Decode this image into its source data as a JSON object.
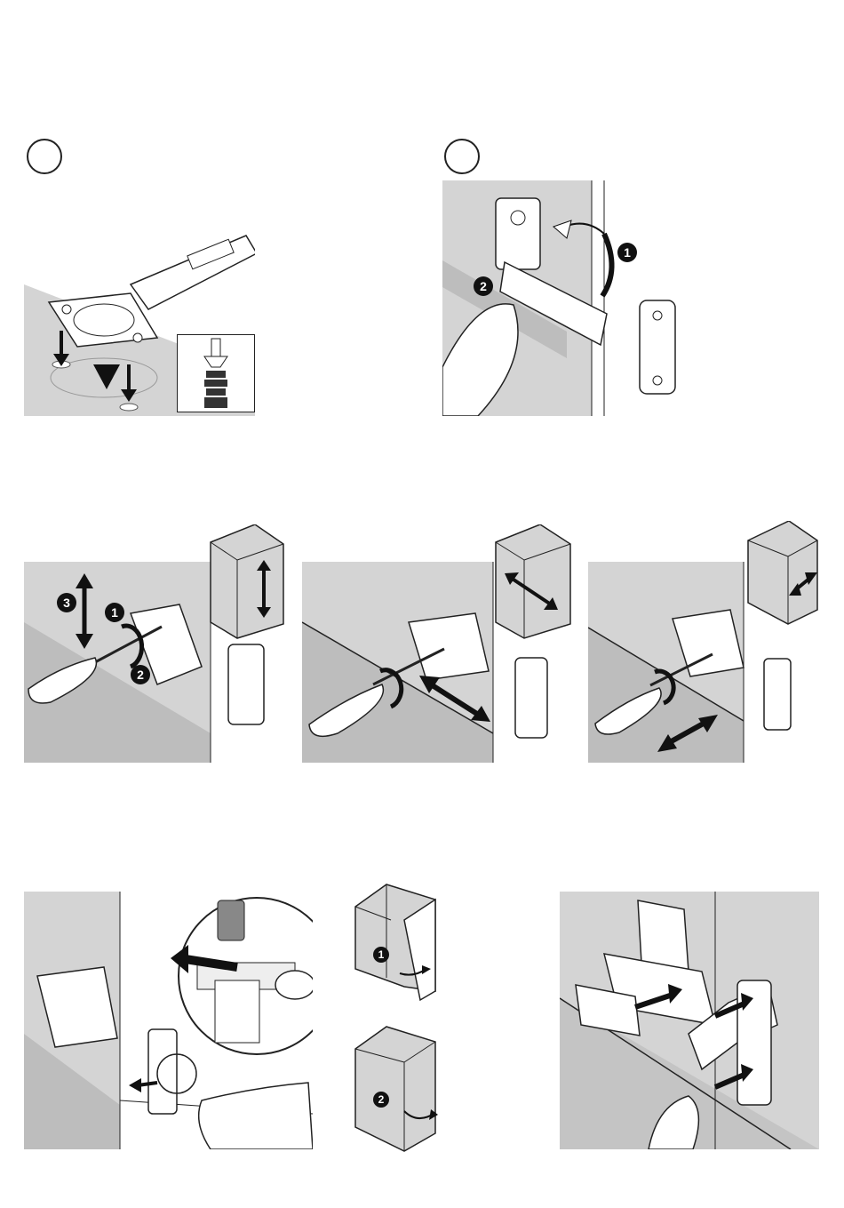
{
  "colors": {
    "wall": "#d4d4d4",
    "line": "#222222",
    "white": "#ffffff",
    "dark": "#111111"
  },
  "steps": [
    {
      "id": "install-base-plate",
      "markers": []
    },
    {
      "id": "clip-on-hinge",
      "markers": [
        "1",
        "2"
      ]
    },
    {
      "id": "adjust-height",
      "markers": [
        "3",
        "1",
        "2"
      ]
    },
    {
      "id": "adjust-side",
      "markers": []
    },
    {
      "id": "adjust-depth",
      "markers": []
    },
    {
      "id": "release-hinge",
      "markers": []
    },
    {
      "id": "door-open-close",
      "markers": [
        "1",
        "2"
      ]
    },
    {
      "id": "attach-cover-caps",
      "markers": []
    }
  ]
}
